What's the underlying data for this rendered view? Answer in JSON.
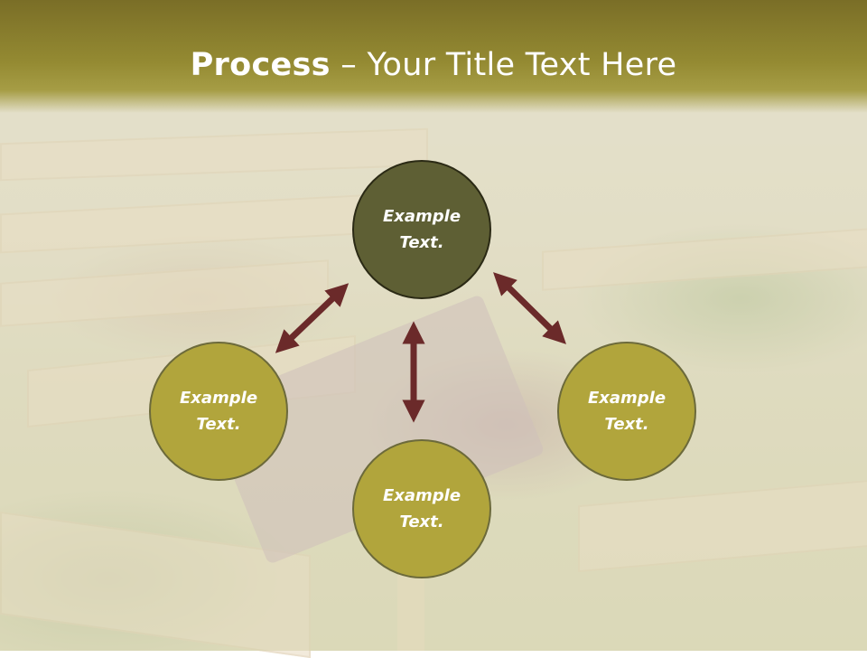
{
  "slide": {
    "title_bold": "Process",
    "title_rest": " – Your Title Text Here"
  },
  "diagram": {
    "nodes": {
      "center": "Example\nText.",
      "left": "Example\nText.",
      "right": "Example\nText.",
      "bottom": "Example\nText."
    }
  },
  "colors": {
    "header": "#948a32",
    "center_node": "#5e5f34",
    "outer_node": "#b1a53c",
    "arrow": "#6b2a2a"
  },
  "icons": [
    "double-arrow-icon"
  ]
}
